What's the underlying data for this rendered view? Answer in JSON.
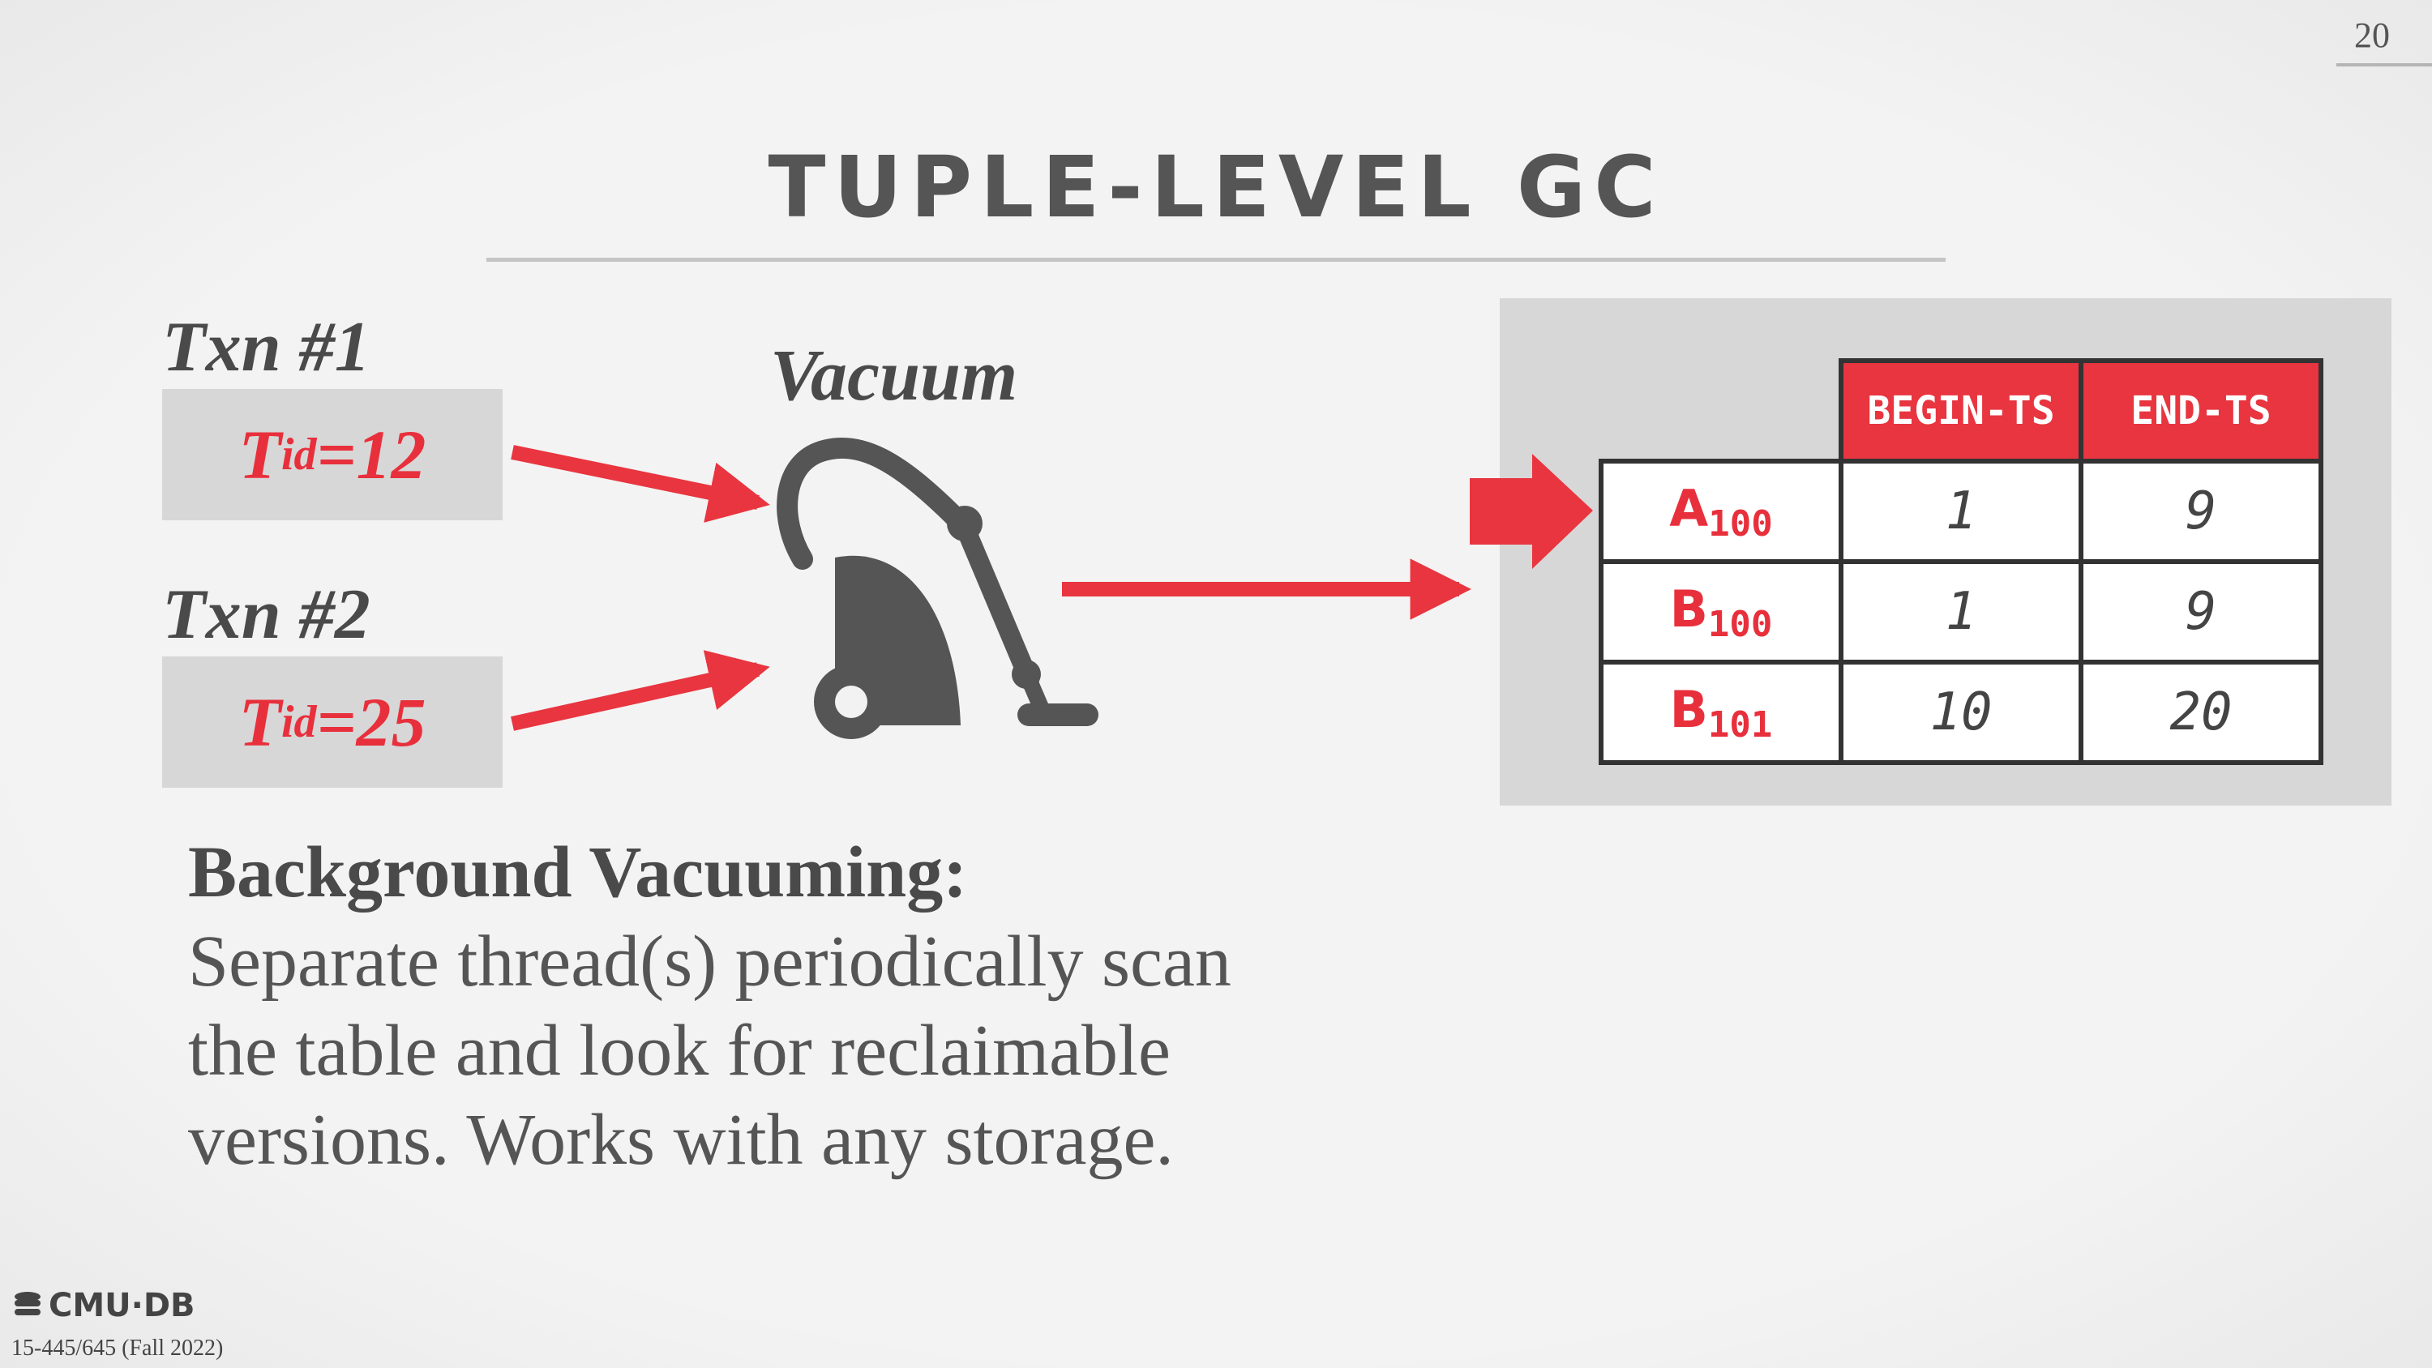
{
  "page_number": "20",
  "title": "TUPLE-LEVEL GC",
  "transactions": [
    {
      "label": "Txn #1",
      "tid_prefix": "T",
      "tid_sub": "id",
      "tid_value": "=12"
    },
    {
      "label": "Txn #2",
      "tid_prefix": "T",
      "tid_sub": "id",
      "tid_value": "=25"
    }
  ],
  "vacuum_label": "Vacuum",
  "table": {
    "headers": [
      "BEGIN-TS",
      "END-TS"
    ],
    "rows": [
      {
        "tuple": "A",
        "version": "100",
        "begin": "1",
        "end": "9"
      },
      {
        "tuple": "B",
        "version": "100",
        "begin": "1",
        "end": "9"
      },
      {
        "tuple": "B",
        "version": "101",
        "begin": "10",
        "end": "20"
      }
    ]
  },
  "description": {
    "heading": "Background Vacuuming:",
    "body": "Separate thread(s) periodically scan the table and look for reclaimable versions. Works with any storage."
  },
  "footer": {
    "logo_text": "CMU·DB",
    "course": "15-445/645 (Fall 2022)"
  },
  "colors": {
    "accent": "#e8353f",
    "text": "#555555",
    "panel": "#d7d7d7"
  },
  "icons": [
    "vacuum-cleaner-icon",
    "database-icon"
  ]
}
